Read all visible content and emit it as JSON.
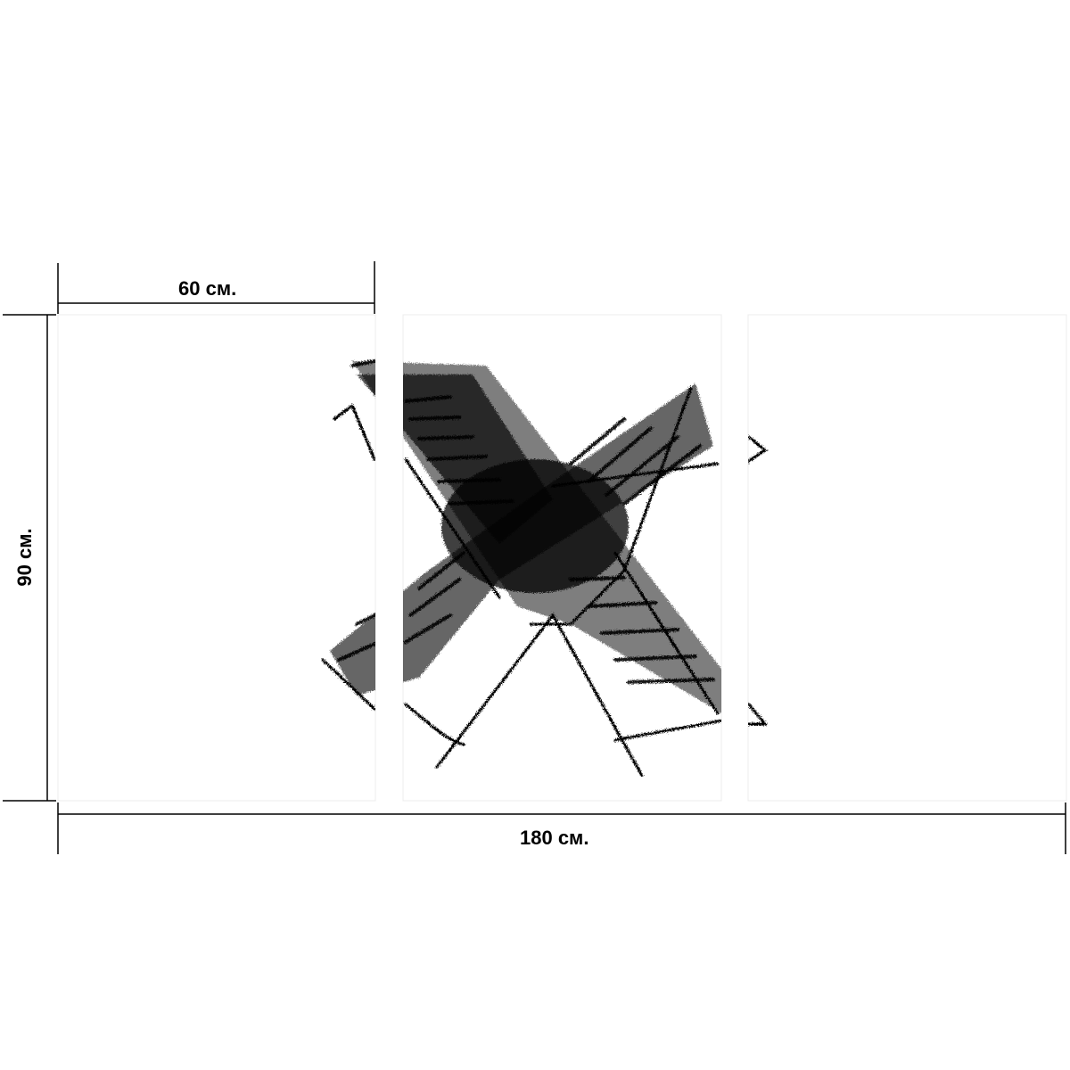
{
  "dimensions": {
    "panel_width": "60 см.",
    "total_width": "180 см.",
    "height": "90 см."
  },
  "product": {
    "panel_count": 3,
    "artwork": "charcoal-cross-sketch"
  },
  "colors": {
    "background": "#ffffff",
    "ink": "#000000",
    "panel_border": "#e6e6e6"
  }
}
